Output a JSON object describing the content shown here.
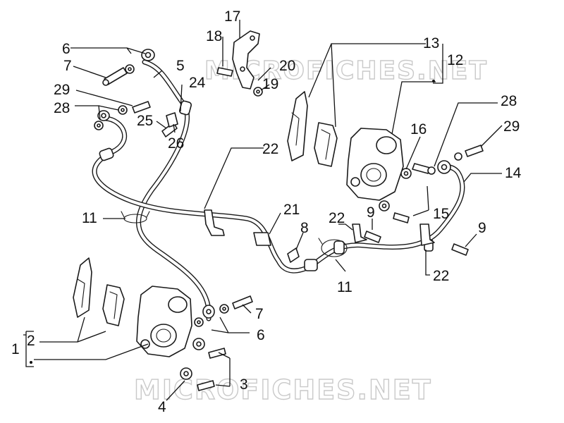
{
  "watermarks": [
    "MICROFICHES.NET",
    "MICROFICHES.NET"
  ],
  "callouts": {
    "c1": "1",
    "c2": "2",
    "c3": "3",
    "c4": "4",
    "c5": "5",
    "c6a": "6",
    "c6b": "6",
    "c7a": "7",
    "c7b": "7",
    "c8": "8",
    "c9a": "9",
    "c9b": "9",
    "c11a": "11",
    "c11b": "11",
    "c12": "12",
    "c13": "13",
    "c14": "14",
    "c15": "15",
    "c16": "16",
    "c17": "17",
    "c18": "18",
    "c19": "19",
    "c20": "20",
    "c21": "21",
    "c22a": "22",
    "c22b": "22",
    "c22c": "22",
    "c24": "24",
    "c25": "25",
    "c26": "26",
    "c28a": "28",
    "c28b": "28",
    "c29a": "29",
    "c29b": "29"
  }
}
